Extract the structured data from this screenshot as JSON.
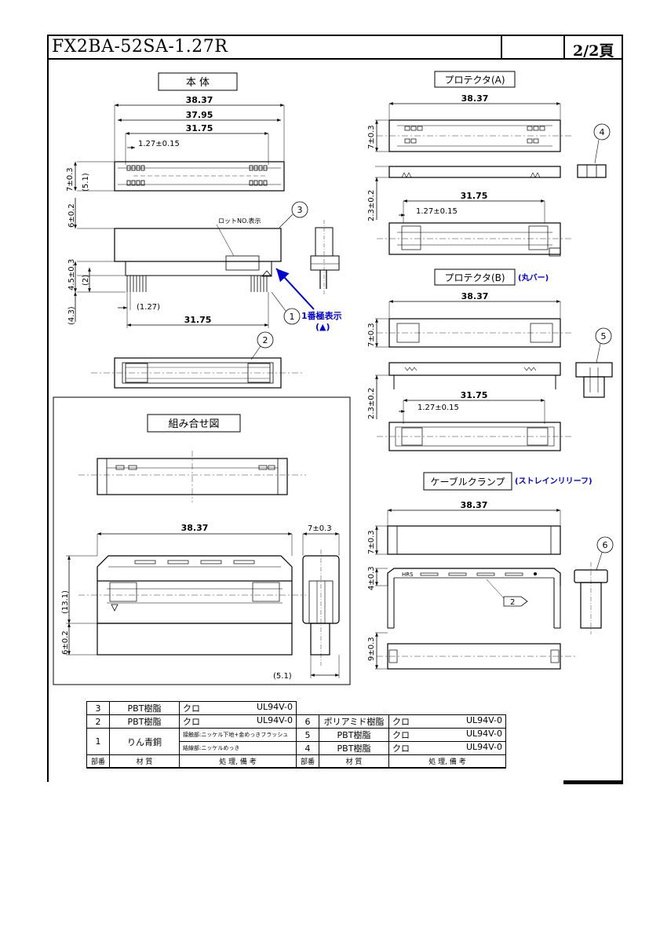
{
  "header": {
    "title": "FX2BA-52SA-1.27R",
    "page": "2/2頁"
  },
  "views": {
    "body": {
      "label": "本 体",
      "dims": {
        "total": "38.37",
        "inner": "37.95",
        "pins": "31.75",
        "pitch": "1.27±0.15",
        "height_top": "7±0.3",
        "height_top2": "(5.1)",
        "side_a": "6±0.2",
        "side_b": "4.5±0.3",
        "side_c": "(2)",
        "side_d": "(4.3)",
        "pitch2": "(1.27)",
        "bottom_pins": "31.75"
      },
      "lot_label": "ロットNO.表示",
      "pin1_label": "1番極表示",
      "pin1_mark": "(▲)",
      "callout_1": "1",
      "callout_2": "2",
      "callout_3": "3"
    },
    "protector_a": {
      "label": "プロテクタ(A)",
      "dims": {
        "total": "38.37",
        "h1": "7±0.3",
        "h2": "2.3±0.2",
        "pins": "31.75",
        "pitch": "1.27±0.15"
      },
      "callout": "4"
    },
    "protector_b": {
      "label": "プロテクタ(B)",
      "note": "(丸バー)",
      "dims": {
        "total": "38.37",
        "h1": "7±0.3",
        "h2": "2.3±0.2",
        "pins": "31.75",
        "pitch": "1.27±0.15"
      },
      "callout": "5"
    },
    "assembly": {
      "label": "組み合せ図",
      "dims": {
        "total": "38.37",
        "side": "7±0.3",
        "h1": "(13.1)",
        "h2": "6±0.2",
        "bottom": "(5.1)"
      }
    },
    "clamp": {
      "label": "ケーブルクランプ",
      "note": "(ストレインリリーフ)",
      "dims": {
        "total": "38.37",
        "h1": "7±0.3",
        "h2": "4±0.3",
        "h3": "9±0.3"
      },
      "mark": "HRS",
      "callout": "6",
      "callout2": "2"
    }
  },
  "parts_table": {
    "rows": [
      {
        "no": "3",
        "material": "PBT樹脂",
        "finish": "クロ",
        "grade": "UL94V-0"
      },
      {
        "no": "2",
        "material": "PBT樹脂",
        "finish": "クロ",
        "grade": "UL94V-0",
        "no2": "6",
        "material2": "ポリアミド樹脂",
        "finish2": "クロ",
        "grade2": "UL94V-0"
      },
      {
        "no": "1",
        "material": "りん青銅",
        "finish_a": "接触部:ニッケル下地+金めっきフラッシュ",
        "finish_b": "結線部:ニッケルめっき",
        "no2a": "5",
        "material2a": "PBT樹脂",
        "finish2a": "クロ",
        "grade2a": "UL94V-0",
        "no2b": "4",
        "material2b": "PBT樹脂",
        "finish2b": "クロ",
        "grade2b": "UL94V-0"
      }
    ],
    "headers": {
      "part_no": "部番",
      "material": "材 質",
      "finish": "処 理, 備 考"
    }
  }
}
